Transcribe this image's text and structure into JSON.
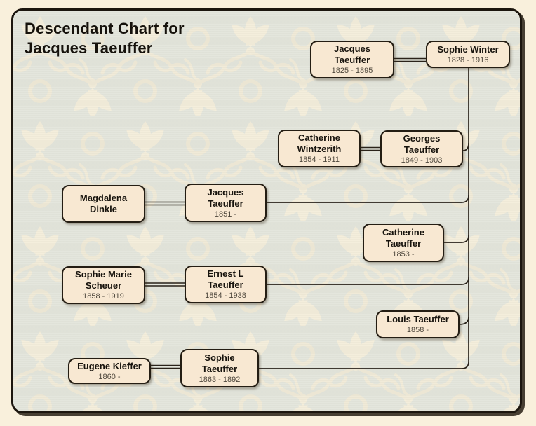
{
  "title": "Descendant Chart for\nJacques Taeuffer",
  "people": [
    {
      "name": "Jacques Taeuffer",
      "dates": "1825 - 1895"
    },
    {
      "name": "Sophie Winter",
      "dates": "1828 - 1916"
    },
    {
      "name": "Catherine Wintzerith",
      "dates": "1854 - 1911"
    },
    {
      "name": "Georges Taeuffer",
      "dates": "1849 - 1903"
    },
    {
      "name": "Magdalena Dinkle",
      "dates": ""
    },
    {
      "name": "Jacques Taeuffer",
      "dates": "1851 -"
    },
    {
      "name": "Catherine Taeuffer",
      "dates": "1853 -"
    },
    {
      "name": "Sophie Marie Scheuer",
      "dates": "1858 - 1919"
    },
    {
      "name": "Ernest L Taeuffer",
      "dates": "1854 - 1938"
    },
    {
      "name": "Louis Taeuffer",
      "dates": "1858 -"
    },
    {
      "name": "Eugene Kieffer",
      "dates": "1860 -"
    },
    {
      "name": "Sophie Taeuffer",
      "dates": "1863 - 1892"
    }
  ],
  "relationships": {
    "root_couple": [
      "Jacques Taeuffer",
      "Sophie Winter"
    ],
    "children_of_root_couple": [
      "Georges Taeuffer",
      "Jacques Taeuffer",
      "Catherine Taeuffer",
      "Ernest L Taeuffer",
      "Louis Taeuffer",
      "Sophie Taeuffer"
    ],
    "spouse_pairs": [
      [
        "Jacques Taeuffer (1825 - 1895)",
        "Sophie Winter"
      ],
      [
        "Catherine Wintzerith",
        "Georges Taeuffer"
      ],
      [
        "Magdalena Dinkle",
        "Jacques Taeuffer (1851 -)"
      ],
      [
        "Sophie Marie Scheuer",
        "Ernest L Taeuffer"
      ],
      [
        "Eugene Kieffer",
        "Sophie Taeuffer"
      ]
    ]
  },
  "colors": {
    "page_margin": "#f9f0dc",
    "pattern_base": "#e3e5db",
    "pattern_motif": "#f3edda",
    "box_fill": "#f8e8d2",
    "box_border": "#241d13",
    "line": "#29221a",
    "date_text": "#4f483d",
    "title_text": "#16120c"
  }
}
